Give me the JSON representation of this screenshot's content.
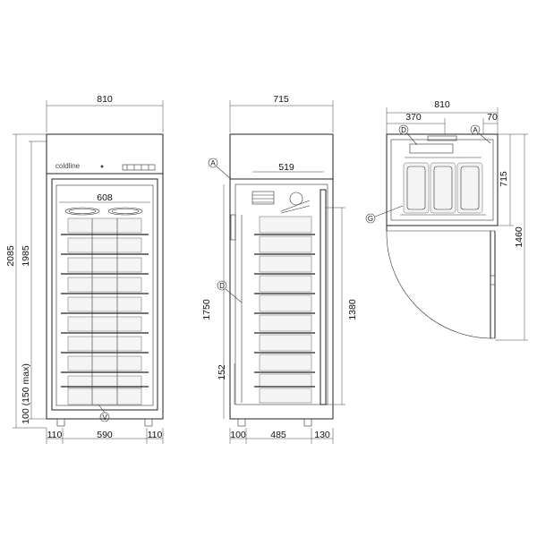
{
  "brand": "coldline",
  "front_view": {
    "width_total": "810",
    "inner_width": "608",
    "height_total": "2085",
    "height_body": "1985",
    "feet_height": "100 (150 max)",
    "bottom_left": "110",
    "bottom_center": "590",
    "bottom_right": "110",
    "callout": "V"
  },
  "side_view": {
    "depth_total": "715",
    "inner_depth": "519",
    "height_inner": "1750",
    "door_height": "1380",
    "bottom_gap": "152",
    "bottom_left": "100",
    "bottom_center": "485",
    "bottom_right": "130",
    "callout_a": "A",
    "callout_d": "D"
  },
  "top_view": {
    "width_total": "810",
    "left_part": "370",
    "right_part": "70",
    "depth": "715",
    "door_open_depth": "1460",
    "callout_d": "D",
    "callout_a": "A",
    "callout_g": "G"
  }
}
